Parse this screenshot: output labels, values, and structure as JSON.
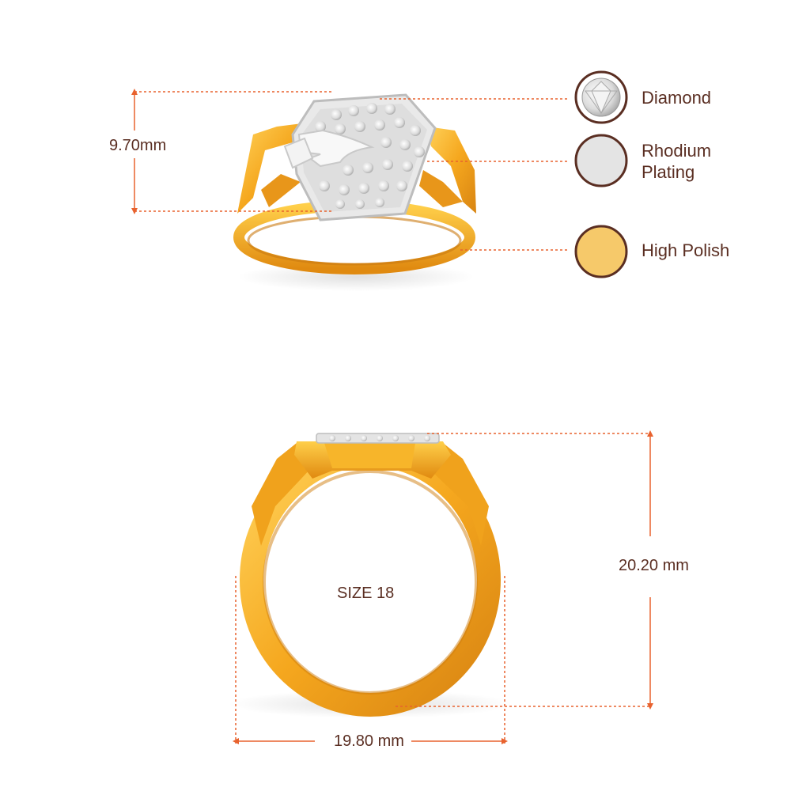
{
  "dimensions": {
    "top_height": "9.70mm",
    "front_height": "20.20 mm",
    "front_width": "19.80 mm",
    "size": "SIZE 18"
  },
  "legend": {
    "items": [
      {
        "icon": "diamond-swatch",
        "lines": [
          "Diamond"
        ]
      },
      {
        "icon": "rhodium-swatch",
        "lines": [
          "Rhodium",
          "Plating"
        ],
        "color": "#e4e4e4"
      },
      {
        "icon": "gold-swatch",
        "lines": [
          "High Polish"
        ],
        "color": "#f6c96a"
      }
    ]
  },
  "colors": {
    "gold": "#f5a71e",
    "gold_dark": "#d88412",
    "rhodium": "#e4e4e4",
    "swatch_border": "#5a2e22",
    "guide_line": "#e8622e",
    "text": "#5a2e22"
  }
}
